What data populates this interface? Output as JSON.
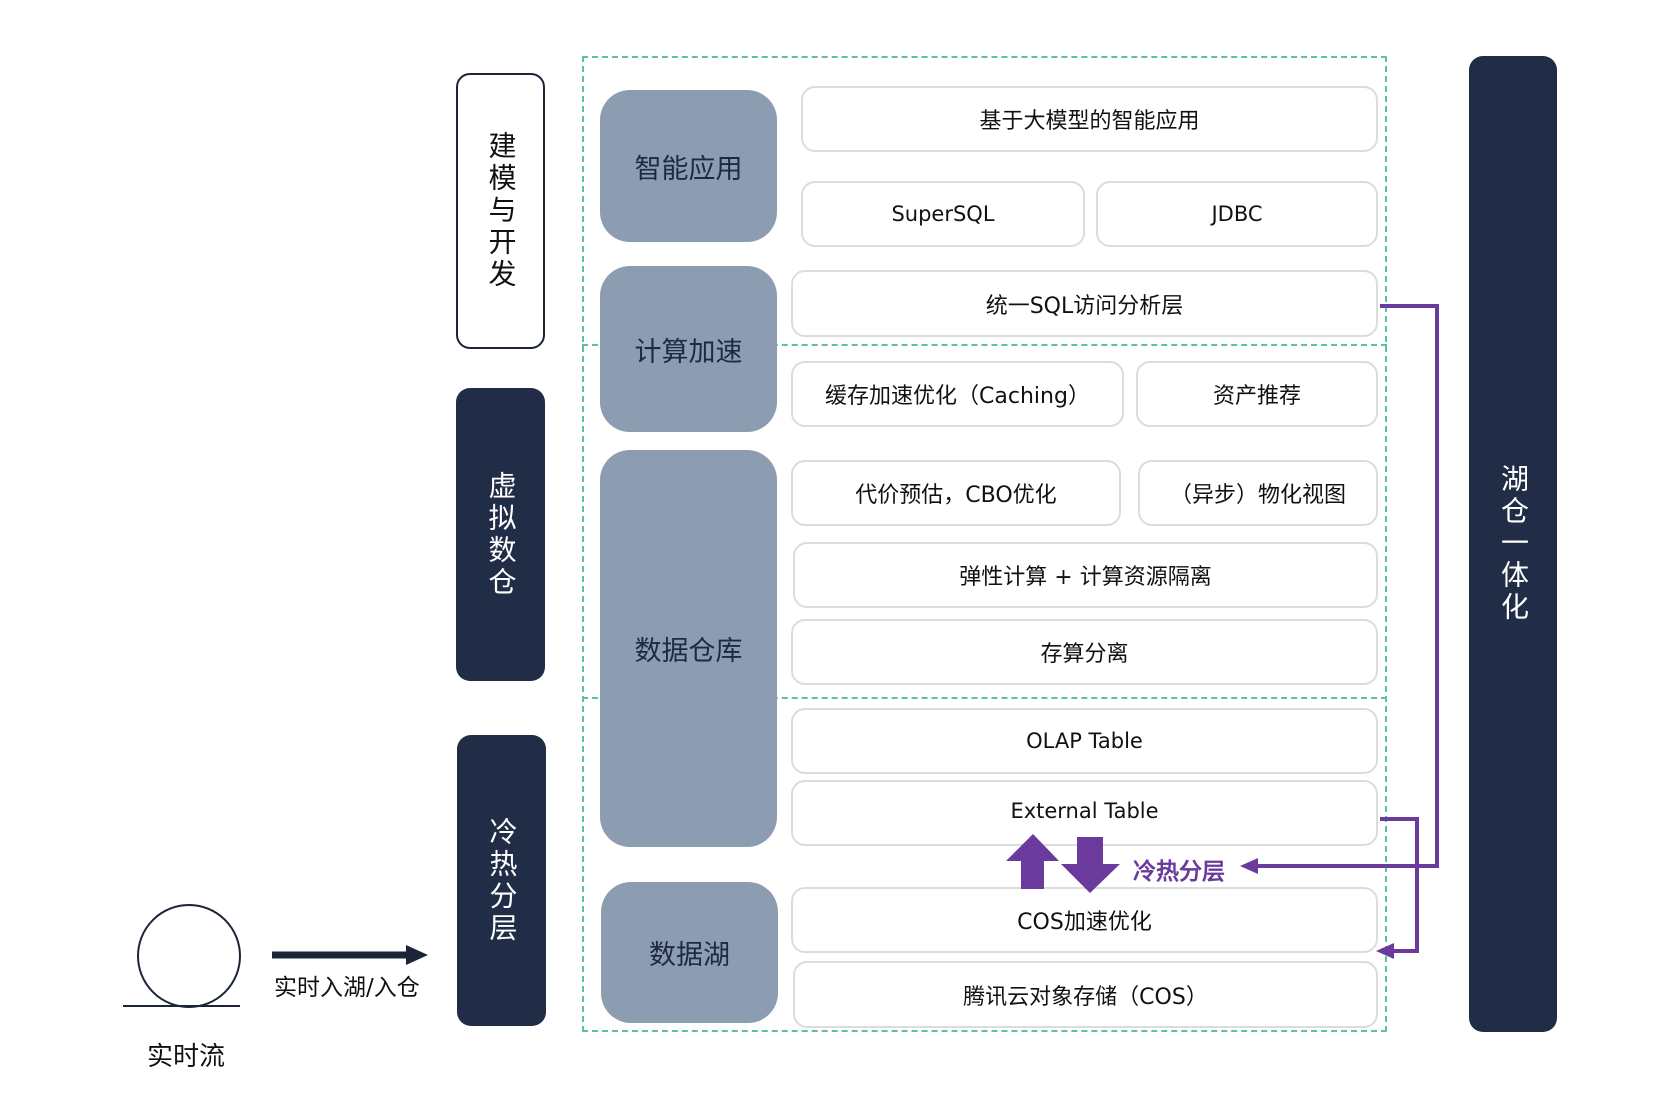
{
  "side_labels": {
    "modeling": "建模与开发",
    "virtual_dw": "虚拟数仓",
    "tiering": "冷热分层",
    "lakehouse": "湖仓一体化"
  },
  "categories": {
    "ai_apps": "智能应用",
    "compute_accel": "计算加速",
    "data_warehouse": "数据仓库",
    "data_lake": "数据湖"
  },
  "cells": {
    "llm_apps": "基于大模型的智能应用",
    "supersql": "SuperSQL",
    "jdbc": "JDBC",
    "unified_sql": "统一SQL访问分析层",
    "caching": "缓存加速优化（Caching）",
    "asset_recommend": "资产推荐",
    "cbo": "代价预估，CBO优化",
    "mv": "（异步）物化视图",
    "elastic": "弹性计算 + 计算资源隔离",
    "storage_compute": "存算分离",
    "olap_table": "OLAP Table",
    "external_table": "External Table",
    "cos_accel": "COS加速优化",
    "cos_storage": "腾讯云对象存储（COS）"
  },
  "flow": {
    "tiering_label": "冷热分层",
    "stream_label": "实时流",
    "ingest_label": "实时入湖/入仓"
  },
  "colors": {
    "dark_navy": "#212d46",
    "category_gray_blue": "#8c9db2",
    "dashed_teal": "#5cbfaa",
    "purple": "#6a3a9c"
  }
}
